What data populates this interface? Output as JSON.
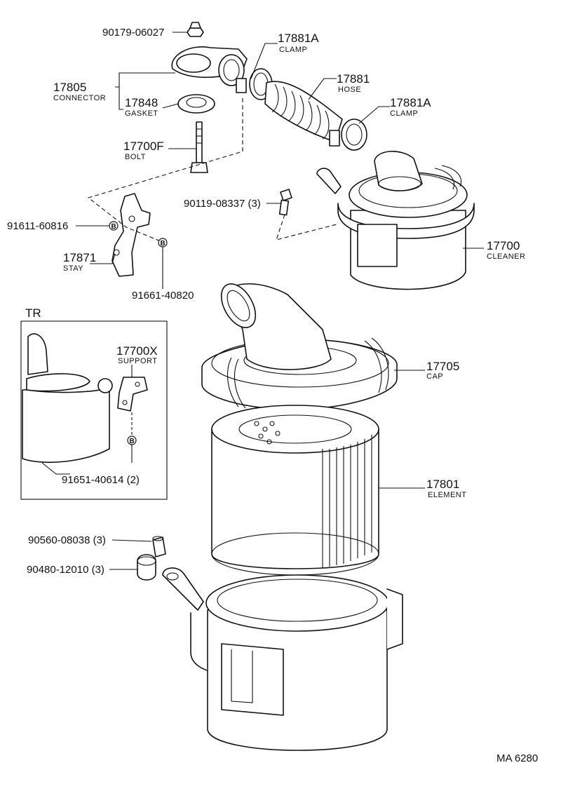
{
  "callouts": {
    "p90179": "90179-06027",
    "p17881A_top": "17881A",
    "p17881A_top_sub": "CLAMP",
    "p17881": "17881",
    "p17881_sub": "HOSE",
    "p17805": "17805",
    "p17805_sub": "CONNECTOR",
    "p17848": "17848",
    "p17848_sub": "GASKET",
    "p17881A_mid": "17881A",
    "p17881A_mid_sub": "CLAMP",
    "p17700F": "17700F",
    "p17700F_sub": "BOLT",
    "p90119": "90119-08337 (3)",
    "p91611": "91611-60816",
    "p17871": "17871",
    "p17871_sub": "STAY",
    "p91661": "91661-40820",
    "p17700": "17700",
    "p17700_sub": "CLEANER",
    "p17705": "17705",
    "p17705_sub": "CAP",
    "p17801": "17801",
    "p17801_sub": "ELEMENT",
    "p90560": "90560-08038 (3)",
    "p90480": "90480-12010 (3)"
  },
  "inset": {
    "title": "TR",
    "p17700X": "17700X",
    "p17700X_sub": "SUPPORT",
    "p91651": "91651-40614 (2)"
  },
  "bolt_mark": "B",
  "footer_code": "MA  6280"
}
